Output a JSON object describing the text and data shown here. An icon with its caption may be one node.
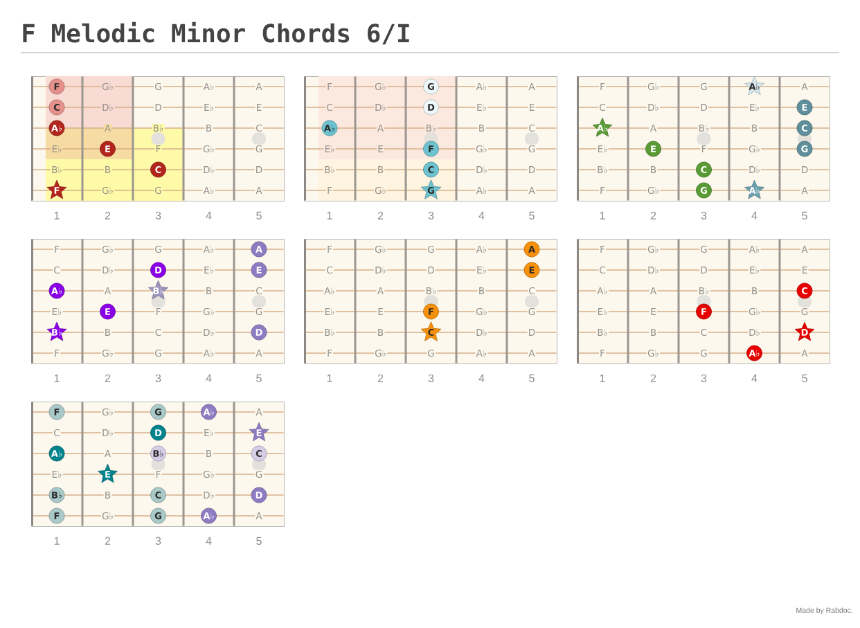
{
  "diagram": {
    "title": "F Melodic Minor Chords 6/I",
    "nodes": [
      {
        "text": [],
        "shape": "box"
      },
      {
        "text": [
          "F"
        ],
        "in": 0
      },
      {
        "text": [
          "C"
        ],
        "in": 0
      },
      {
        "text": [
          "A♭"
        ],
        "in": 0
      },
      {
        "text": [
          "E"
        ],
        "in": 0
      },
      {
        "text": [
          "C"
        ],
        "in": 0
      },
      {
        "text": [
          "F"
        ],
        "in": 0
      },
      {
        "text": [],
        "shape": "box"
      },
      {
        "text": [
          "G"
        ],
        "in": 7
      },
      {
        "text": [
          "D"
        ],
        "in": 7
      },
      {
        "text": [
          "A♭"
        ],
        "in": 7
      },
      {
        "text": [
          "F"
        ],
        "in": 7
      },
      {
        "text": [
          "C"
        ],
        "in": 7
      },
      {
        "text": [
          "G"
        ],
        "in": 7
      },
      {
        "text": [],
        "shape": "box"
      },
      {
        "text": [
          "A♭"
        ],
        "in": 14
      },
      {
        "text": [
          "E"
        ],
        "in": 14
      },
      {
        "text": [
          "A♭"
        ],
        "in": 14
      },
      {
        "text": [
          "C"
        ],
        "in": 14
      },
      {
        "text": [
          "E"
        ],
        "in": 14
      },
      {
        "text": [
          "G"
        ],
        "in": 14
      },
      {
        "text": [
          "C"
        ],
        "in": 14
      },
      {
        "text": [
          "G"
        ],
        "in": 14
      },
      {
        "text": [
          "A♭"
        ],
        "in": 14
      },
      {
        "text": [],
        "shape": "box"
      },
      {
        "text": [
          "A"
        ],
        "in": 24
      },
      {
        "text": [
          "D"
        ],
        "in": 24
      },
      {
        "text": [
          "E"
        ],
        "in": 24
      },
      {
        "text": [
          "A♭"
        ],
        "in": 24
      },
      {
        "text": [
          "B♭"
        ],
        "in": 24
      },
      {
        "text": [
          "E"
        ],
        "in": 24
      },
      {
        "text": [
          "B♭"
        ],
        "in": 24
      },
      {
        "text": [
          "D"
        ],
        "in": 24
      },
      {
        "text": [],
        "shape": "box"
      },
      {
        "text": [
          "A"
        ],
        "in": 33
      },
      {
        "text": [
          "E"
        ],
        "in": 33
      },
      {
        "text": [
          "F"
        ],
        "in": 33
      },
      {
        "text": [
          "C"
        ],
        "in": 33
      },
      {
        "text": [],
        "shape": "box"
      },
      {
        "text": [
          "C"
        ],
        "in": 38
      },
      {
        "text": [
          "F"
        ],
        "in": 38
      },
      {
        "text": [
          "D"
        ],
        "in": 38
      },
      {
        "text": [
          "A♭"
        ],
        "in": 38
      },
      {
        "text": [],
        "shape": "box"
      },
      {
        "text": [
          "F"
        ],
        "in": 43
      },
      {
        "text": [
          "G"
        ],
        "in": 43
      },
      {
        "text": [
          "A♭"
        ],
        "in": 43
      },
      {
        "text": [
          "D"
        ],
        "in": 43
      },
      {
        "text": [
          "E"
        ],
        "in": 43
      },
      {
        "text": [
          "A♭"
        ],
        "in": 43
      },
      {
        "text": [
          "B♭"
        ],
        "in": 43
      },
      {
        "text": [
          "C"
        ],
        "in": 43
      },
      {
        "text": [
          "E"
        ],
        "in": 43
      },
      {
        "text": [
          "B♭"
        ],
        "in": 43
      },
      {
        "text": [
          "C"
        ],
        "in": 43
      },
      {
        "text": [
          "D"
        ],
        "in": 43
      },
      {
        "text": [
          "F"
        ],
        "in": 43
      },
      {
        "text": [
          "G"
        ],
        "in": 43
      },
      {
        "text": [
          "A♭"
        ],
        "in": 43
      }
    ],
    "labels": [
      "G♭",
      "G",
      "A♭",
      "A",
      "D♭",
      "D",
      "E♭",
      "E",
      "A",
      "B♭",
      "B",
      "C",
      "E♭",
      "F",
      "G♭",
      "G",
      "B♭",
      "B",
      "D♭",
      "D",
      "G♭",
      "G",
      "A♭",
      "A",
      "1",
      "2",
      "3",
      "4",
      "5",
      "F",
      "G♭",
      "A♭",
      "A",
      "C",
      "D♭",
      "E♭",
      "E",
      "A",
      "B♭",
      "B",
      "C",
      "E♭",
      "E",
      "G♭",
      "G",
      "B♭",
      "B",
      "D♭",
      "D",
      "F",
      "G♭",
      "A♭",
      "A",
      "1",
      "2",
      "3",
      "4",
      "5",
      "F",
      "G♭",
      "G",
      "A",
      "C",
      "D♭",
      "D",
      "E♭",
      "A",
      "B♭",
      "B",
      "E♭",
      "F",
      "G♭",
      "B♭",
      "B",
      "D♭",
      "D",
      "F",
      "G♭",
      "A",
      "1",
      "2",
      "3",
      "4",
      "5",
      "F",
      "G♭",
      "G",
      "A♭",
      "C",
      "D♭",
      "E♭",
      "A",
      "B",
      "C",
      "E♭",
      "F",
      "G♭",
      "G",
      "B",
      "C",
      "D♭",
      "F",
      "G♭",
      "G",
      "A♭",
      "A",
      "1",
      "2",
      "3",
      "4",
      "5",
      "F",
      "G♭",
      "G",
      "A♭",
      "C",
      "D♭",
      "D",
      "E♭",
      "A♭",
      "A",
      "B♭",
      "B",
      "C",
      "E♭",
      "E",
      "G♭",
      "G",
      "B♭",
      "B",
      "D♭",
      "D",
      "F",
      "G♭",
      "G",
      "A♭",
      "A",
      "1",
      "2",
      "3",
      "4",
      "5",
      "F",
      "G♭",
      "G",
      "A♭",
      "A",
      "C",
      "D♭",
      "D",
      "E♭",
      "E",
      "A♭",
      "A",
      "B♭",
      "B",
      "E♭",
      "E",
      "G♭",
      "G",
      "B♭",
      "B",
      "C",
      "D♭",
      "F",
      "G♭",
      "G",
      "A",
      "1",
      "2",
      "3",
      "4",
      "5",
      "G♭",
      "A",
      "C",
      "D♭",
      "E♭",
      "A",
      "B",
      "E♭",
      "F",
      "G♭",
      "G",
      "B",
      "D♭",
      "G♭",
      "A",
      "1",
      "2",
      "3",
      "4",
      "5",
      "Made by Rabdoc."
    ]
  }
}
